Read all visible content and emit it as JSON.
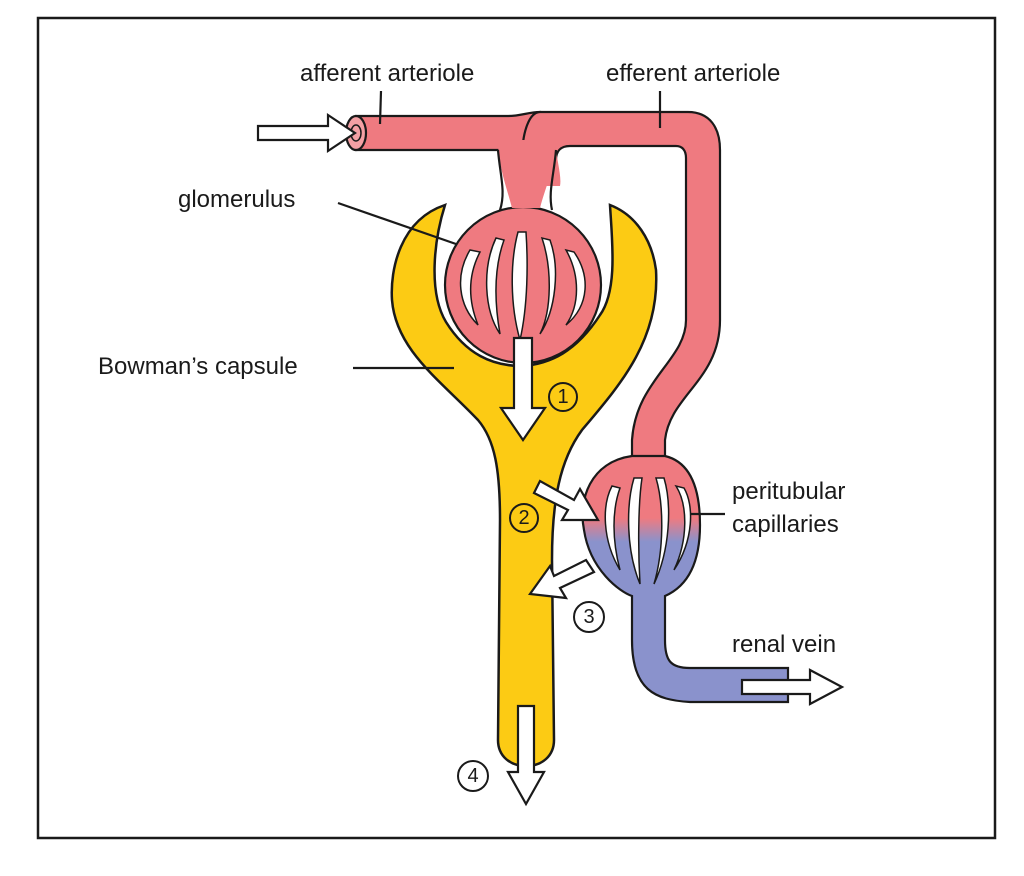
{
  "title": "Nephron filtration diagram",
  "colors": {
    "arterial": "#ef7a80",
    "venous": "#8a92cc",
    "capsule": "#fccb14",
    "outline": "#1a1a1a",
    "background": "#ffffff"
  },
  "labels": {
    "afferent": "afferent arteriole",
    "efferent": "efferent arteriole",
    "glomerulus": "glomerulus",
    "bowman": "Bowman’s capsule",
    "peritubular_line1": "peritubular",
    "peritubular_line2": "capillaries",
    "renal_vein": "renal vein"
  },
  "steps": [
    "1",
    "2",
    "3",
    "4"
  ]
}
